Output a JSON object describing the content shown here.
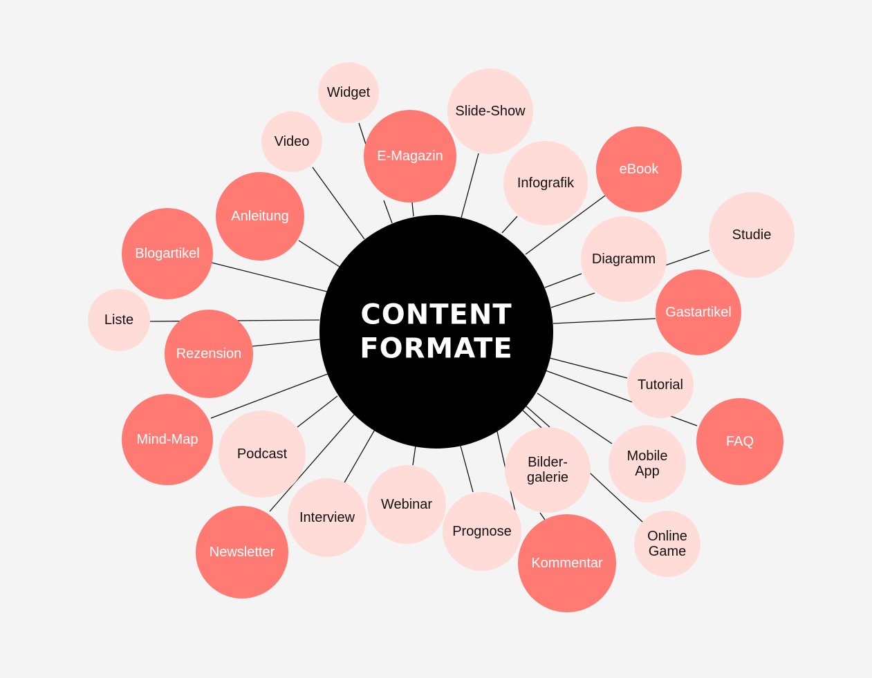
{
  "center": {
    "lines": [
      "CONTENT",
      "FORMATE"
    ],
    "fill": "#000000",
    "text_color": "#ffffff"
  },
  "colors": {
    "strong": "#ff7a73",
    "light": "#ffdcd8",
    "strong_text": "#ffffff",
    "light_text": "#111111"
  },
  "nodes": [
    {
      "id": "widget",
      "lines": [
        "Widget"
      ],
      "tone": "light"
    },
    {
      "id": "slide-show",
      "lines": [
        "Slide-Show"
      ],
      "tone": "light"
    },
    {
      "id": "video",
      "lines": [
        "Video"
      ],
      "tone": "light"
    },
    {
      "id": "e-magazin",
      "lines": [
        "E-Magazin"
      ],
      "tone": "strong"
    },
    {
      "id": "infografik",
      "lines": [
        "Infografik"
      ],
      "tone": "light"
    },
    {
      "id": "ebook",
      "lines": [
        "eBook"
      ],
      "tone": "strong"
    },
    {
      "id": "anleitung",
      "lines": [
        "Anleitung"
      ],
      "tone": "strong"
    },
    {
      "id": "studie",
      "lines": [
        "Studie"
      ],
      "tone": "light"
    },
    {
      "id": "blogartikel",
      "lines": [
        "Blogartikel"
      ],
      "tone": "strong"
    },
    {
      "id": "diagramm",
      "lines": [
        "Diagramm"
      ],
      "tone": "light"
    },
    {
      "id": "gastartikel",
      "lines": [
        "Gastartikel"
      ],
      "tone": "strong"
    },
    {
      "id": "liste",
      "lines": [
        "Liste"
      ],
      "tone": "light"
    },
    {
      "id": "rezension",
      "lines": [
        "Rezension"
      ],
      "tone": "strong"
    },
    {
      "id": "tutorial",
      "lines": [
        "Tutorial"
      ],
      "tone": "light"
    },
    {
      "id": "mind-map",
      "lines": [
        "Mind-Map"
      ],
      "tone": "strong"
    },
    {
      "id": "faq",
      "lines": [
        "FAQ"
      ],
      "tone": "strong"
    },
    {
      "id": "podcast",
      "lines": [
        "Podcast"
      ],
      "tone": "light"
    },
    {
      "id": "mobile-app",
      "lines": [
        "Mobile",
        "App"
      ],
      "tone": "light"
    },
    {
      "id": "bildergalerie",
      "lines": [
        "Bilder-",
        "galerie"
      ],
      "tone": "light"
    },
    {
      "id": "interview",
      "lines": [
        "Interview"
      ],
      "tone": "light"
    },
    {
      "id": "webinar",
      "lines": [
        "Webinar"
      ],
      "tone": "light"
    },
    {
      "id": "prognose",
      "lines": [
        "Prognose"
      ],
      "tone": "light"
    },
    {
      "id": "online-game",
      "lines": [
        "Online",
        "Game"
      ],
      "tone": "light"
    },
    {
      "id": "newsletter",
      "lines": [
        "Newsletter"
      ],
      "tone": "strong"
    },
    {
      "id": "kommentar",
      "lines": [
        "Kommentar"
      ],
      "tone": "strong"
    }
  ]
}
